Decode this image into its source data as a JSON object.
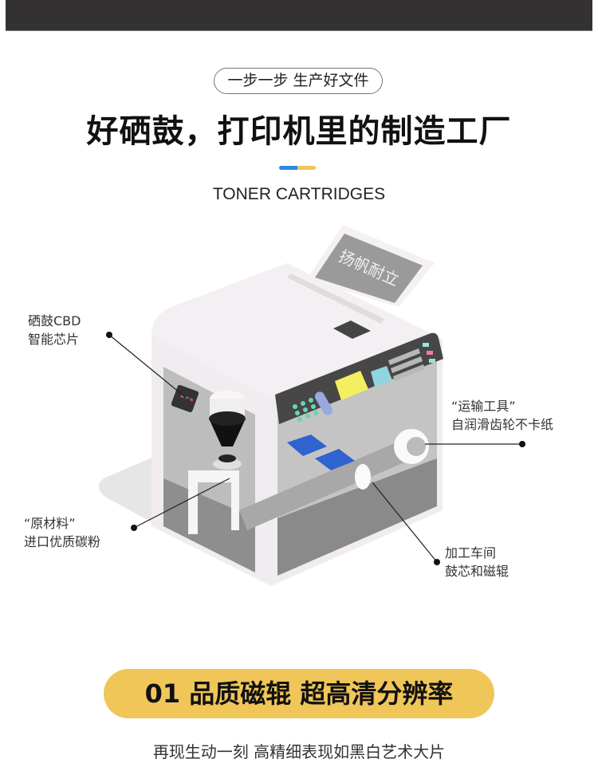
{
  "header": {
    "pill_text": "一步一步 生产好文件",
    "title": "好硒鼓，打印机里的制造工厂",
    "subtitle": "TONER CARTRIDGES"
  },
  "illustration": {
    "paper_text": "扬帆耐立",
    "callouts": [
      {
        "line1": "硒鼓CBD",
        "line2": "智能芯片"
      },
      {
        "line1": "“原材料”",
        "line2": "进口优质碳粉"
      },
      {
        "line1": "“运输工具”",
        "line2": "自润滑齿轮不卡纸"
      },
      {
        "line1": "加工车间",
        "line2": "鼓芯和磁辊"
      }
    ]
  },
  "feature": {
    "banner": "01 品质磁辊 超高清分辨率",
    "description": "再现生动一刻 高精细表现如黑白艺术大片"
  },
  "colors": {
    "accent_blue": "#2e86e8",
    "accent_yellow": "#f0c659",
    "topbar": "#333132"
  }
}
